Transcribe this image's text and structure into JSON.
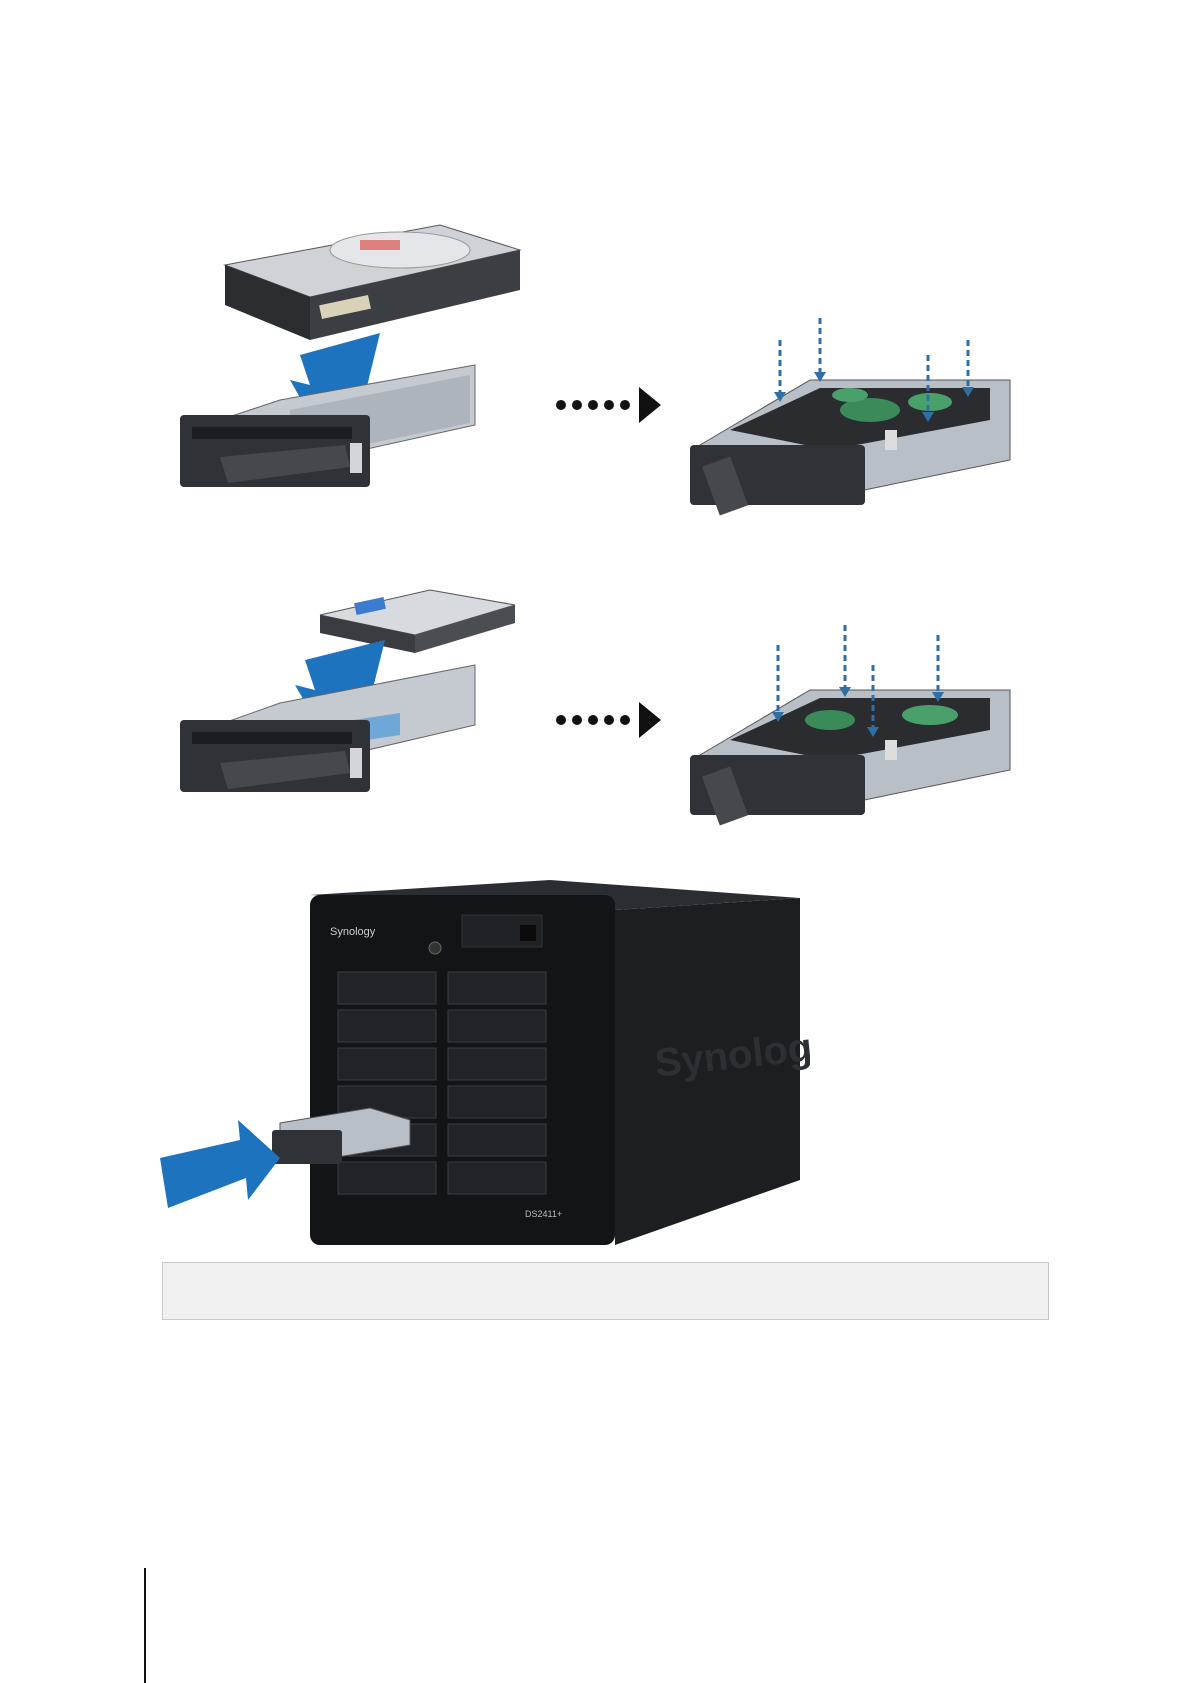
{
  "page": {
    "illustration_steps": [
      {
        "step": "install-3.5-inch-drive",
        "drive_type": "3.5\" HDD"
      },
      {
        "step": "install-2.5-inch-drive",
        "drive_type": "2.5\" HDD"
      },
      {
        "step": "insert-tray-into-bay"
      }
    ],
    "colors": {
      "accent": "#1e73be",
      "guide": "#2f6fa5",
      "tray_metal": "#b9bfc6",
      "chassis": "#15171b"
    }
  },
  "device": {
    "brand_front": "Synology",
    "brand_side": "Synology",
    "model": "DS2411+"
  },
  "note": {
    "text": ""
  }
}
